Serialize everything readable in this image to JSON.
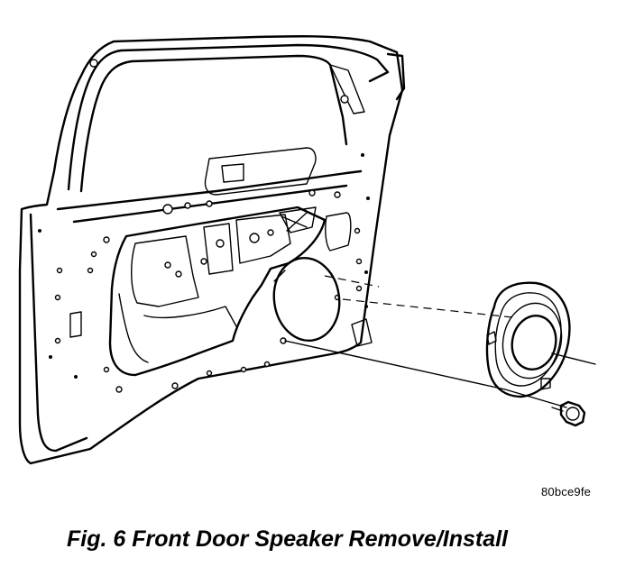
{
  "figure": {
    "reference_code": "80bce9fe",
    "caption": "Fig. 6 Front Door Speaker Remove/Install"
  },
  "parts": [
    "door-inner-panel",
    "speaker-opening",
    "speaker",
    "speaker-screw"
  ]
}
